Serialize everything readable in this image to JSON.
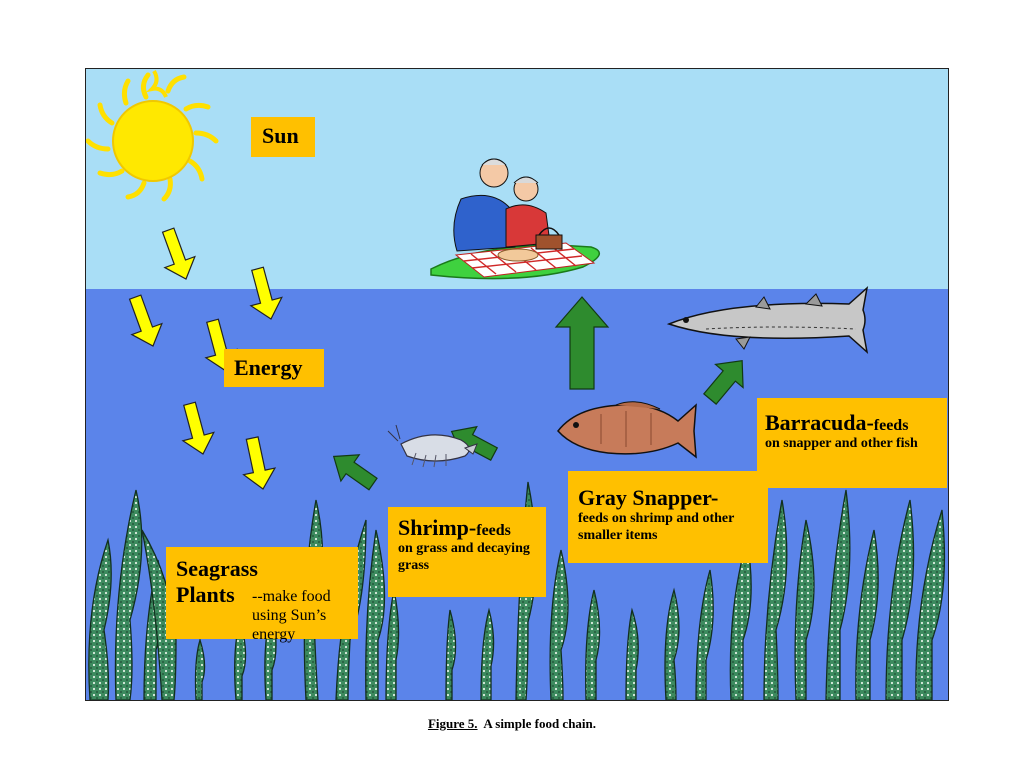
{
  "labels": {
    "sun": "Sun",
    "energy": "Energy",
    "seagrass_title": "Seagrass Plants",
    "seagrass_desc": "--make food using Sun’s energy",
    "shrimp_title": "Shrimp-",
    "shrimp_feeds": "feeds",
    "shrimp_desc": "on grass and decaying grass",
    "snapper_title": "Gray Snapper-",
    "snapper_desc": "feeds on shrimp and other smaller items",
    "barracuda_title": "Barracuda-",
    "barracuda_feeds": "feeds",
    "barracuda_desc": "on snapper and other fish"
  },
  "caption": {
    "figure": "Figure 5.",
    "text": "A simple food chain."
  },
  "colors": {
    "sky": "#a9def6",
    "water": "#5b84ea",
    "label_bg": "#ffc000",
    "sun": "#ffe800",
    "energy_arrow": "#ffff00",
    "food_arrow": "#2e8b2e",
    "seagrass": "#2f7a52"
  }
}
